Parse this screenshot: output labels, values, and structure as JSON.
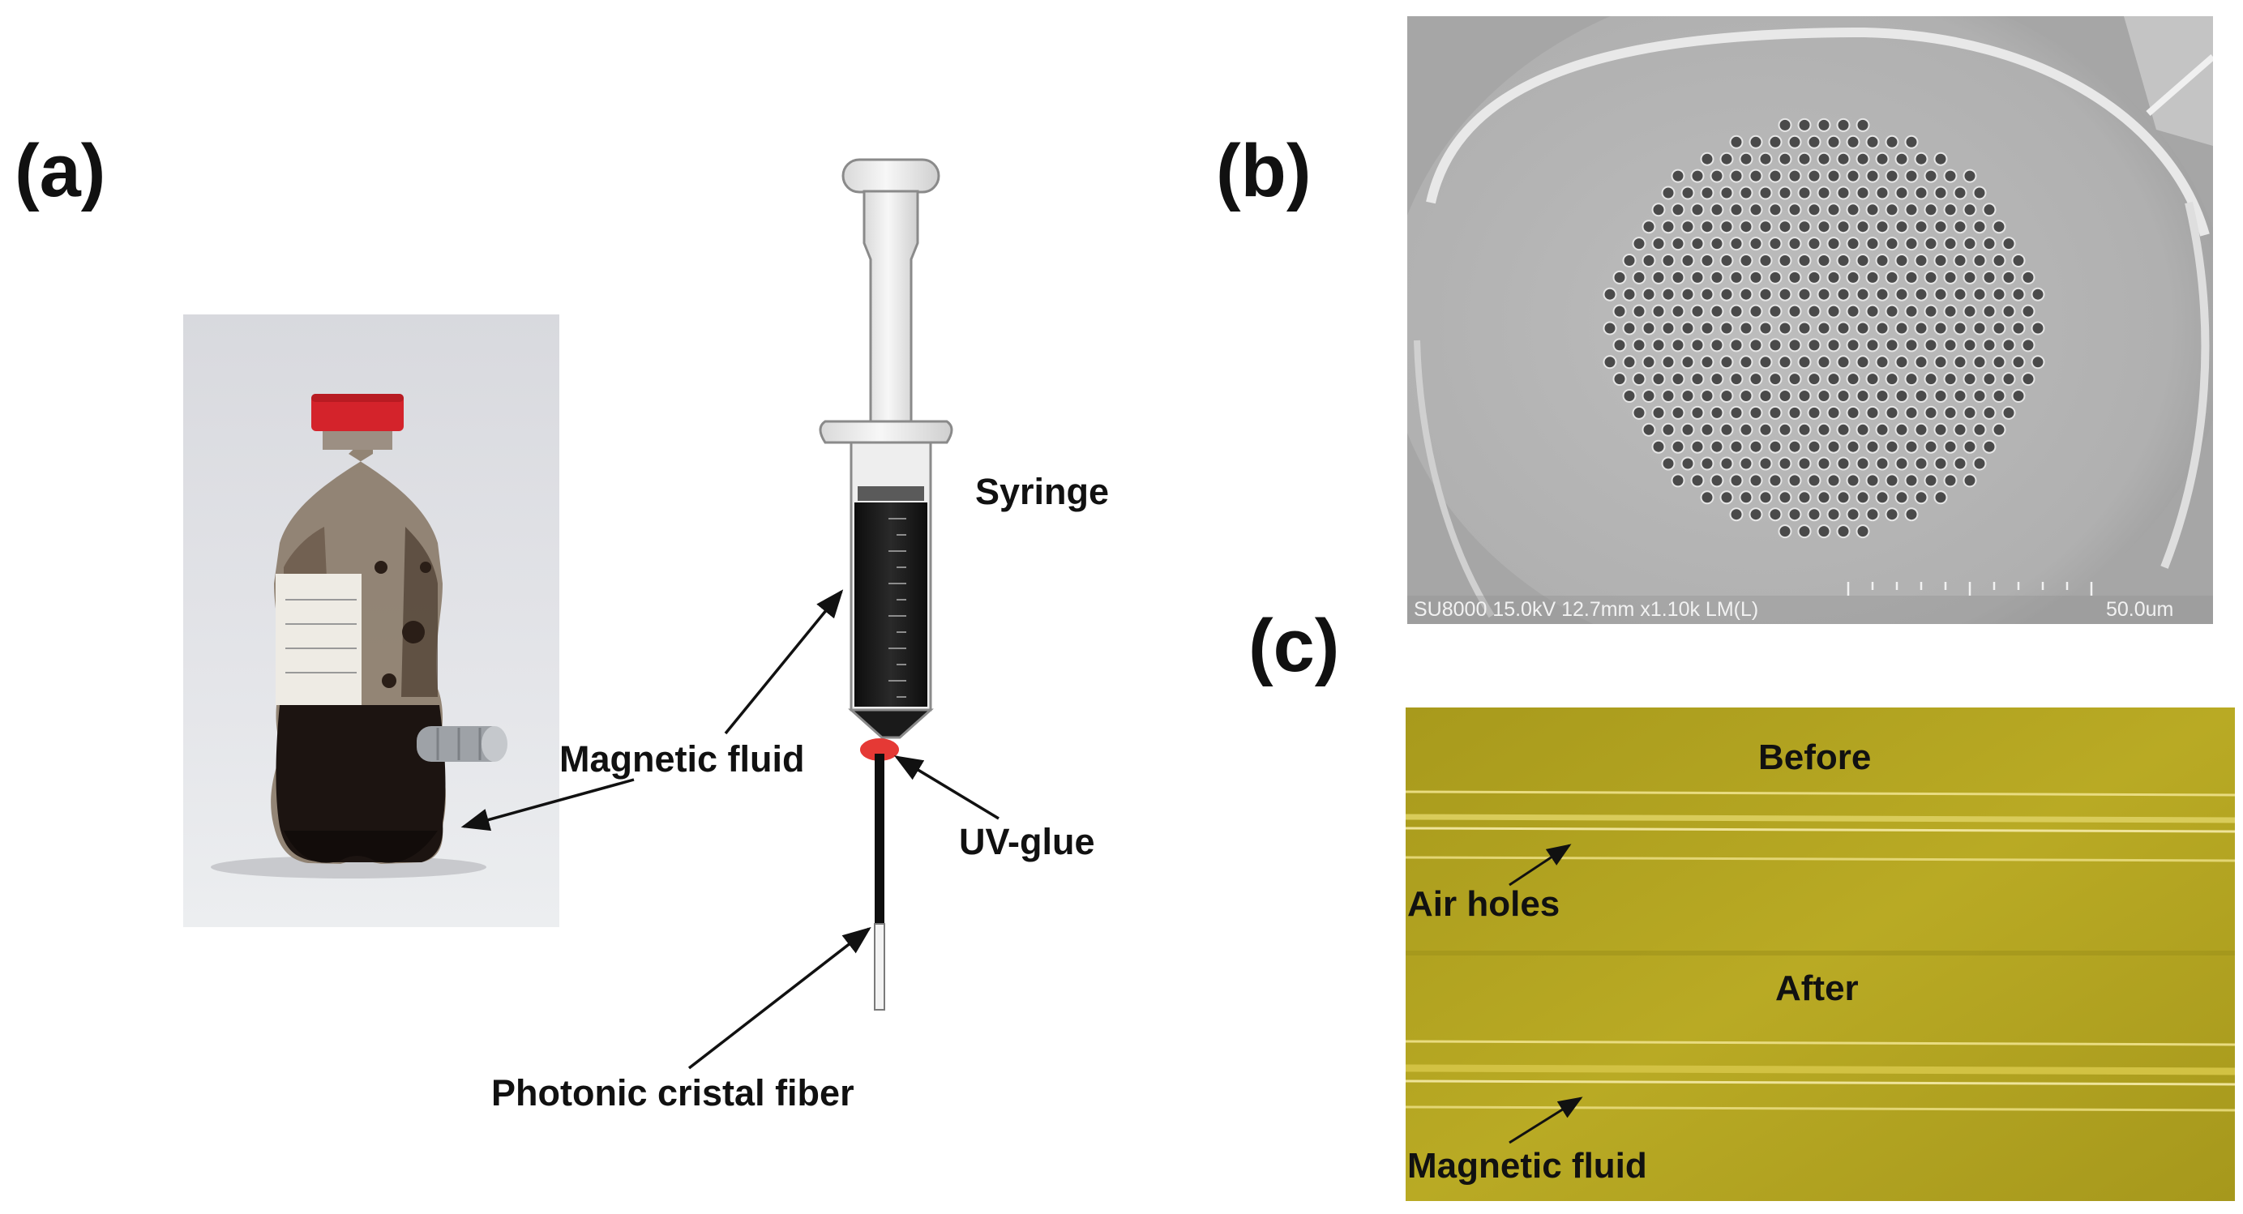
{
  "panel_a": {
    "label": "(a)",
    "syringe_label": "Syringe",
    "magnetic_fluid_label": "Magnetic fluid",
    "uv_glue_label": "UV-glue",
    "fiber_label": "Photonic cristal fiber"
  },
  "panel_b": {
    "label": "(b)",
    "sem_info": "SU8000 15.0kV 12.7mm x1.10k LM(L)",
    "scale_text": "50.0um"
  },
  "panel_c": {
    "label": "(c)",
    "before_label": "Before",
    "after_label": "After",
    "air_holes_label": "Air holes",
    "magnetic_fluid_label": "Magnetic fluid"
  },
  "colors": {
    "glue_red": "#e53935",
    "cap_red": "#d4232b",
    "microscope_yellow": "#b4a520",
    "sem_gray": "#b4b4b4"
  }
}
